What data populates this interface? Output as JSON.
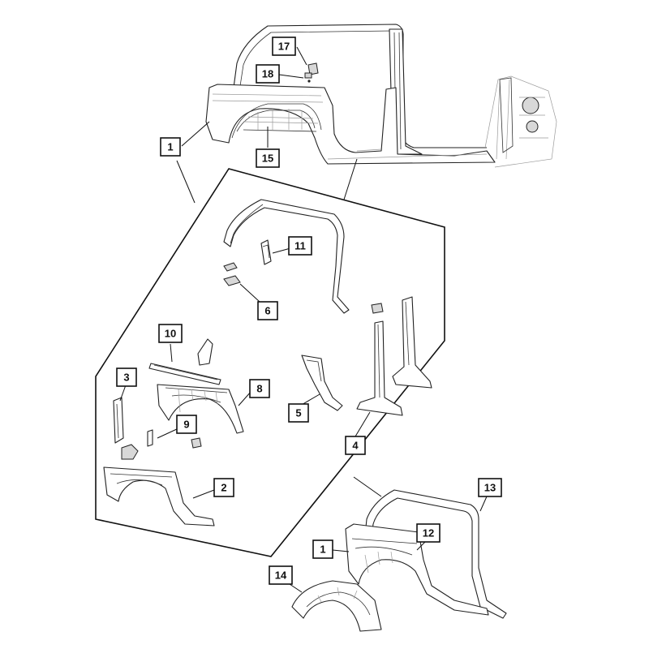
{
  "callouts": {
    "c1_top": "1",
    "c2": "2",
    "c3": "3",
    "c4": "4",
    "c5": "5",
    "c6": "6",
    "c8": "8",
    "c9": "9",
    "c10": "10",
    "c11": "11",
    "c12": "12",
    "c13": "13",
    "c14": "14",
    "c15": "15",
    "c17": "17",
    "c18": "18",
    "c1_bottom": "1"
  },
  "colors": {
    "line": "#222222",
    "background": "#ffffff",
    "shade": "#d8d8d8"
  }
}
